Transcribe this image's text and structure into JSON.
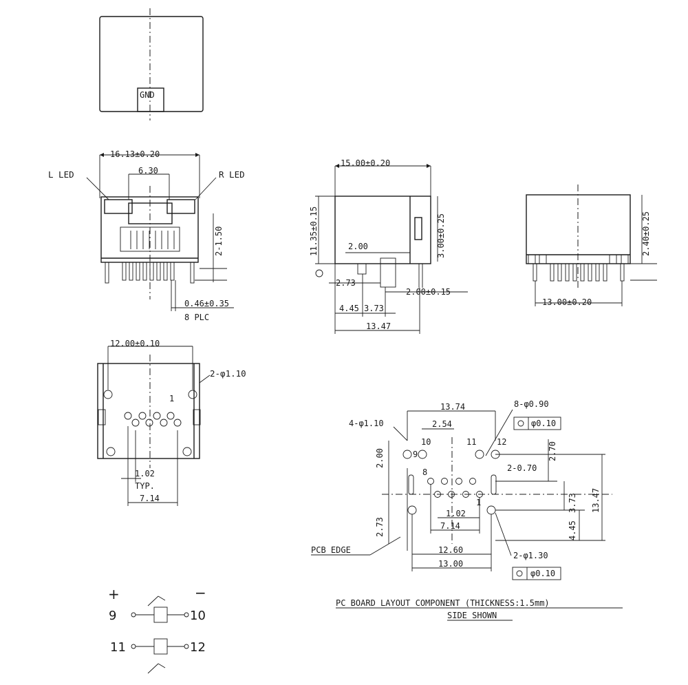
{
  "top_view": {
    "label": "GND"
  },
  "front_view": {
    "width": "16.13±0.20",
    "inner": "6.30",
    "left_led": "L LED",
    "right_led": "R LED",
    "pin_height": "2-1.50",
    "pin_dia": "0.46±0.35",
    "pin_count": "8 PLC"
  },
  "side_view": {
    "length": "15.00±0.20",
    "height": "11.35±0.15",
    "offset_top": "3.00±0.25",
    "pin_pos": "2.00",
    "post_dia": "2.73",
    "pin_pitch": "2.00±0.15",
    "d1": "4.45",
    "d2": "3.73",
    "total": "13.47"
  },
  "rear_view": {
    "height": "2.40±0.25",
    "width": "13.00±0.20"
  },
  "bottom_view": {
    "width": "12.00±0.10",
    "holes": "2-φ1.10",
    "pin1": "1",
    "pitch": "1.02",
    "typ": "TYP.",
    "span": "7.14"
  },
  "pcb_layout": {
    "outer_span": "13.74",
    "holes_small": "8-φ0.90",
    "holes_large": "4-φ1.10",
    "pitch_254": "2.54",
    "tol_1": "φ0.10",
    "pin10": "10",
    "pin11": "11",
    "pin12": "12",
    "pin9": "9",
    "pin8": "8",
    "pin1": "1",
    "d_270": "2.70",
    "d_200": "2.00",
    "d_070": "2-0.70",
    "d_373": "3.73",
    "d_1347": "13.47",
    "d_273": "2.73",
    "d_445": "4.45",
    "pitch": "1.02",
    "span": "7.14",
    "w_1260": "12.60",
    "w_1300": "13.00",
    "holes_130": "2-φ1.30",
    "tol_2": "φ0.10",
    "pcb_edge": "PCB EDGE",
    "caption_1": "PC BOARD LAYOUT COMPONENT (THICKNESS:1.5mm)",
    "caption_2": "SIDE SHOWN"
  },
  "led_schematic": {
    "plus": "+",
    "minus": "−",
    "p9": "9",
    "p10": "10",
    "p11": "11",
    "p12": "12"
  }
}
